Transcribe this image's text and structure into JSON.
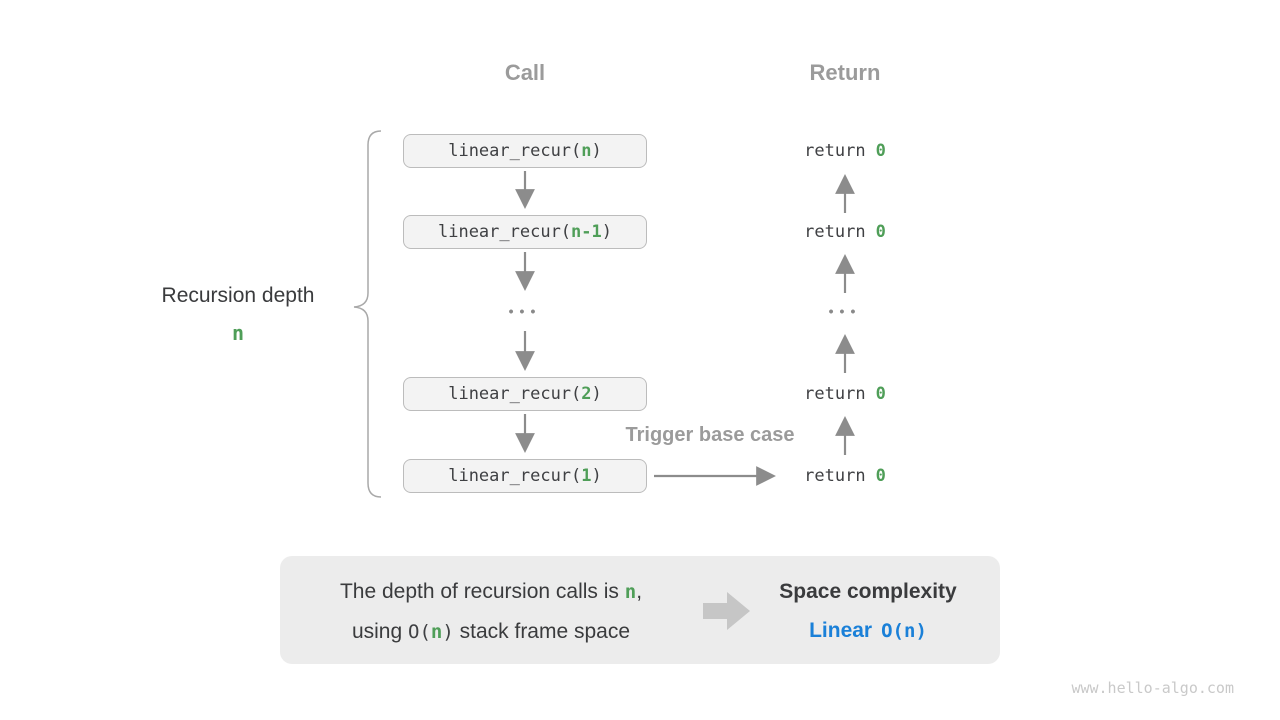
{
  "palette": {
    "green": "#4f9e58",
    "blue": "#1a80d8",
    "dark": "#3a3b3d",
    "code_dark": "#3f4043",
    "gray_label": "#9b9b9b",
    "arrow": "#8c8c8c",
    "box_fill": "#f3f3f3",
    "box_border": "#bcbcbc",
    "panel_fill": "#ececec",
    "block_arrow": "#c6c6c6",
    "watermark": "#c9c9c9"
  },
  "headers": {
    "call": "Call",
    "return": "Return"
  },
  "side_label": {
    "line1": "Recursion depth",
    "line2": "n"
  },
  "call_boxes": [
    {
      "pre": "linear_recur(",
      "arg": "n",
      "close": ")"
    },
    {
      "pre": "linear_recur(",
      "arg": "n-1",
      "close": ")"
    },
    {
      "pre": "linear_recur(",
      "arg": "2",
      "close": ")"
    },
    {
      "pre": "linear_recur(",
      "arg": "1",
      "close": ")"
    }
  ],
  "returns": [
    {
      "keyword": "return",
      "value": "0"
    },
    {
      "keyword": "return",
      "value": "0"
    },
    {
      "keyword": "return",
      "value": "0"
    },
    {
      "keyword": "return",
      "value": "0"
    }
  ],
  "ellipsis": "•••",
  "trigger_label": "Trigger base case",
  "summary": {
    "line1_pre": "The depth of recursion calls is ",
    "line1_n": "n",
    "line1_post": ",",
    "line2_pre": "using ",
    "line2_o_open": "O(",
    "line2_n": "n",
    "line2_o_close": ")",
    "line2_post": " stack frame space",
    "right_title": "Space complexity",
    "right_word": "Linear",
    "right_o_open": "O(",
    "right_n": "n",
    "right_o_close": ")"
  },
  "watermark": "www.hello-algo.com"
}
